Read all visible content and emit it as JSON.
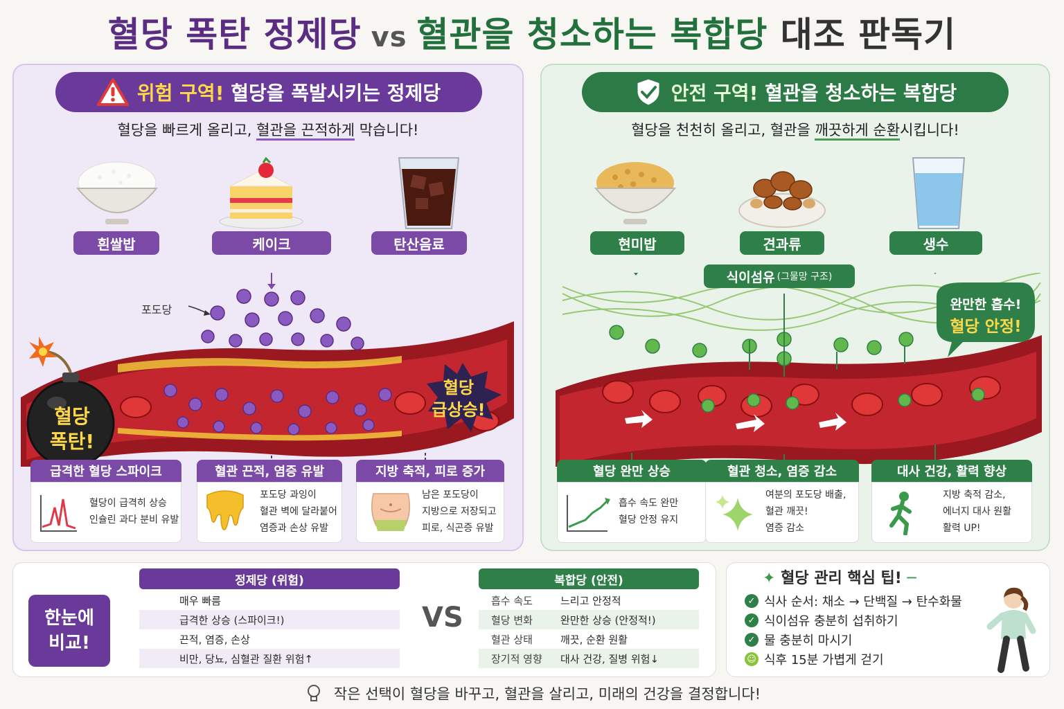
{
  "title": {
    "part1": "혈당 폭탄 정제당",
    "vs": "vs",
    "part2": "혈관을 청소하는 복합당",
    "part3": "대조 판독기"
  },
  "left": {
    "banner_highlight": "위험 구역!",
    "banner_text": "혈당을 폭발시키는 정제당",
    "subtitle_a": "혈당을 빠르게 올리고, ",
    "subtitle_b": "혈관을 끈적하게",
    "subtitle_c": " 막습니다!",
    "foods": [
      "흰쌀밥",
      "케이크",
      "탄산음료"
    ],
    "glucose_label": "포도당",
    "bomb": [
      "혈당",
      "폭탄!"
    ],
    "burst": [
      "혈당",
      "급상승!"
    ],
    "effects": [
      {
        "title": "급격한 혈당 스파이크",
        "lines": [
          "혈당이 급격히 상승",
          "인슐린 과다 분비 유발"
        ]
      },
      {
        "title": "혈관 끈적, 염증 유발",
        "lines": [
          "포도당 과잉이",
          "혈관 벽에 달라붙어",
          "염증과 손상 유발"
        ]
      },
      {
        "title": "지방 축적, 피로 증가",
        "lines": [
          "남은 포도당이",
          "지방으로 저장되고",
          "피로, 식곤증 유발"
        ]
      }
    ]
  },
  "right": {
    "banner_highlight": "안전 구역!",
    "banner_text": "혈관을 청소하는 복합당",
    "subtitle_a": "혈당을 천천히 올리고, 혈관을 ",
    "subtitle_b": "깨끗하게 순환",
    "subtitle_c": "시킵니다!",
    "foods": [
      "현미밥",
      "견과류",
      "생수"
    ],
    "fiber_label": "식이섬유",
    "fiber_sub": "(그물망 구조)",
    "bubble": [
      "완만한 흡수!",
      "혈당 안정!"
    ],
    "effects": [
      {
        "title": "혈당 완만 상승",
        "lines": [
          "흡수 속도 완만",
          "혈당 안정 유지"
        ]
      },
      {
        "title": "혈관 청소, 염증 감소",
        "lines": [
          "여분의 포도당 배출,",
          "혈관 깨끗!",
          "염증 감소"
        ]
      },
      {
        "title": "대사 건강, 활력 향상",
        "lines": [
          "지방 축적 감소,",
          "에너지 대사 원활",
          "활력 UP!"
        ]
      }
    ]
  },
  "compare": {
    "glance": [
      "한눈에",
      "비교!"
    ],
    "refined_head": "정제당 (위험)",
    "complex_head": "복합당 (안전)",
    "vs": "VS",
    "rows": [
      {
        "label": "흡수 속도",
        "refined": "매우 빠름",
        "complex": "느리고 안정적"
      },
      {
        "label": "혈당 변화",
        "refined": "급격한 상승 (스파이크!)",
        "complex": "완만한 상승 (안정적!)"
      },
      {
        "label": "혈관 상태",
        "refined": "끈적, 염증, 손상",
        "complex": "깨끗, 순환 원활"
      },
      {
        "label": "장기적 영향",
        "refined": "비만, 당뇨, 심혈관 질환 위험↑",
        "complex": "대사 건강, 질병 위험↓"
      }
    ]
  },
  "tips": {
    "title": "혈당 관리 핵심 팁!",
    "items": [
      "식사 순서: 채소 → 단백질 → 탄수화물",
      "식이섬유 충분히 섭취하기",
      "물 충분히 마시기",
      "식후 15분 가볍게 걷기"
    ]
  },
  "footer": "작은 선택이 혈당을 바꾸고, 혈관을 살리고, 미래의 건강을 결정합니다!",
  "colors": {
    "purple": "#6a3a9a",
    "green": "#2f8048",
    "blood": "#c0242c",
    "gold": "#ffd84a"
  }
}
